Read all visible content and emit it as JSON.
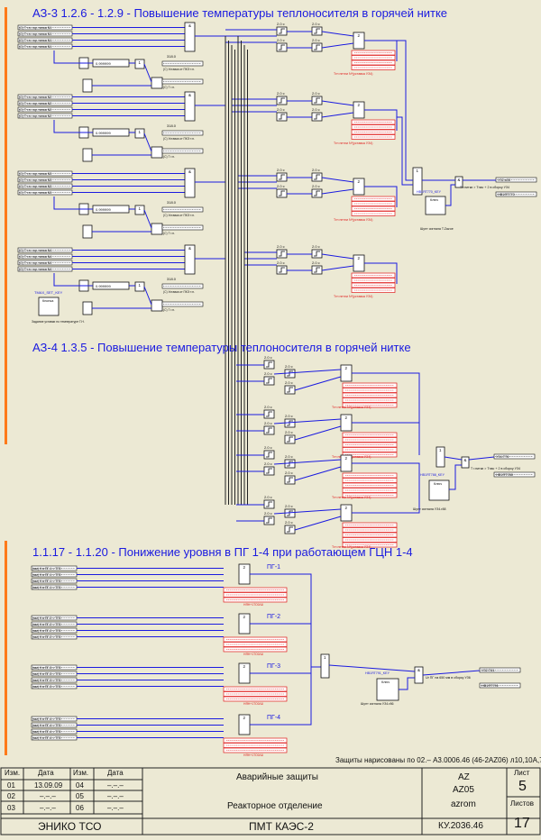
{
  "headings": {
    "az3": "АЗ-3 1.2.6 - 1.2.9 - Повышение температуры теплоносителя в горячей нитке",
    "az4": "АЗ-4 1.3.5 - Повышение температуры теплоносителя в горячей нитке",
    "level": "1.1.17 - 1.1.20 - Понижение уровня в ПГ 1-4 при работающем ГЦН 1-4"
  },
  "diagram_labels": {
    "delay": "2.0 с",
    "nominal_or": "2.0 с",
    "gate_and": "&",
    "gate_or": "1",
    "gate_and_2of3": "2",
    "threshold": "0.999999",
    "setpoint": "318.0",
    "pg": [
      "ПГ-1",
      "ПГ-2",
      "ПГ-3",
      "ПГ-4"
    ],
    "key_box": "Ключ",
    "keys": [
      "НВ1ЯТ770_KEY",
      "НВ1ЯТ788_KEY",
      "НВ1ЯТ791_KEY"
    ],
    "key_captions": [
      "Шунт сигнала Т.Zazoe",
      "Шунт сигнала УЗ4.r88",
      "Шунт сигнала УЗ4.r86"
    ],
    "tmax_key": "TMAX_SET_KEY",
    "tmax_button": "Кнопка",
    "tmax_caption": "Задание уставки по температуре Г.Н.",
    "outputs": [
      "УЗ2.s06",
      "НВ1ЯТ770",
      "УЗ4.Т76",
      "НВ1ЯТ788",
      "УЗ2.Т61",
      "НВ1ЯТ791"
    ],
    "output_descr": [
      "Т г.нитки > Тнас + 2 в сборку УЗ4",
      "Т г.нитки > Тнас + 2 в сборку УЗ4",
      "Ur ПГ на 650 мм в сборку УЗ6"
    ],
    "red_bottom": "Тгн петли N*(уставка УЗ4)",
    "red_bottom_lvl": "НЯН+1ТО0/Ш",
    "ustavka_label": "(C) Уставка от ПКЭ т.н.",
    "tn_label": "(C) Т г.н.",
    "input_types": [
      "(C) Т г.н. гор. нитка N1",
      "(C) Т г.н. гор. нитка N2",
      "(C) Т г.н. гор. нитка N3",
      "(C) Т г.н. гор. нитка N4"
    ],
    "lvl_inputs": [
      "(мм) Н в ПГ-1 < ТП0",
      "(мм) Н в ПГ-2 < ТП0",
      "(мм) Н в ПГ-3 < ТП0",
      "(мм) Н в ПГ-4 < ТП0"
    ]
  },
  "footnote": "Защиты нарисованы по 02.– А3.0006.46 (46-2AZ06) л10,10А,7",
  "stamp": {
    "col_izm": "Изм.",
    "col_date": "Дата",
    "rows": [
      {
        "izm": "01",
        "date": "13.09.09",
        "izm2": "04",
        "date2": "–.–.–"
      },
      {
        "izm": "02",
        "date": "–.–.–",
        "izm2": "05",
        "date2": "–.–.–"
      },
      {
        "izm": "03",
        "date": "–.–.–",
        "izm2": "06",
        "date2": "–.–.–"
      }
    ],
    "company": "ЭНИКО ТСО",
    "title": "Аварийные защиты",
    "subtitle": "Реакторное отделение",
    "project": "ПМТ КАЭС-2",
    "code1": "AZ",
    "code2": "AZ05",
    "code3": "azrom",
    "doc": "КУ.2036.46",
    "sheet_label": "Лист",
    "sheet": "5",
    "sheets_label": "Листов",
    "sheets": "17"
  }
}
